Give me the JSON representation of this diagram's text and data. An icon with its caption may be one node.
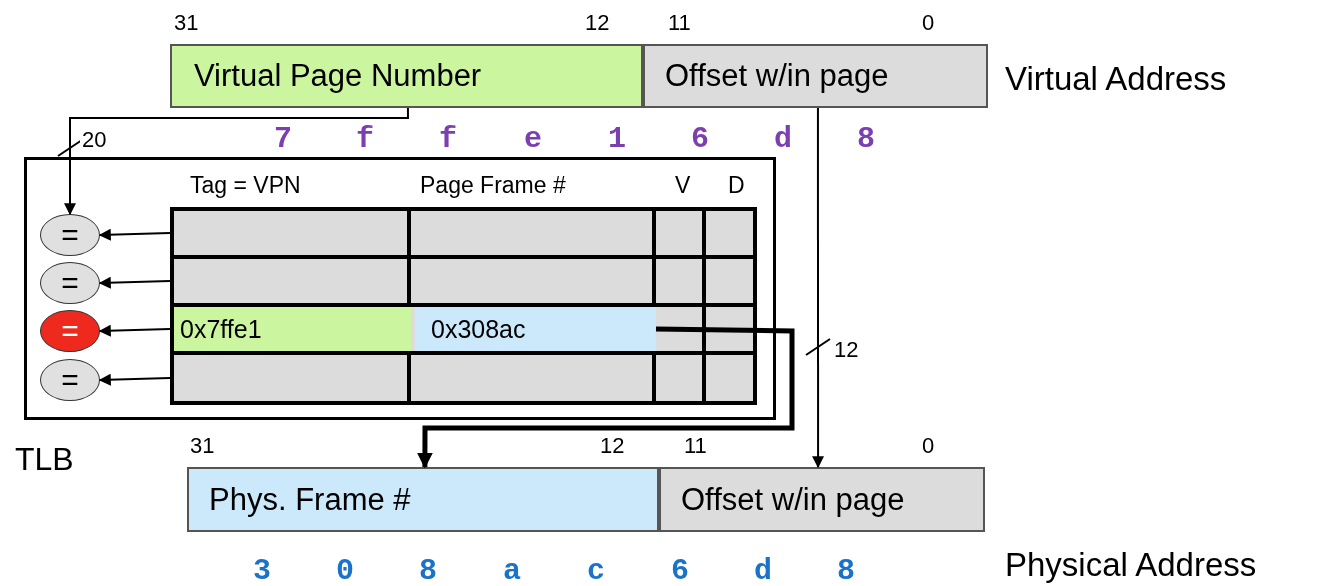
{
  "diagram": {
    "nodes": [
      {
        "text": [
          "Virtual Page Number"
        ]
      },
      {
        "text": [
          "Offset w/in page"
        ]
      },
      {
        "text": [
          "TLB"
        ]
      },
      {
        "text": [
          "="
        ],
        "in": 2
      },
      {
        "text": [
          "="
        ],
        "in": 2
      },
      {
        "text": [
          "="
        ],
        "in": 2
      },
      {
        "text": [
          "="
        ],
        "in": 2
      },
      {
        "text": [],
        "shape": "box",
        "in": 2
      },
      {
        "text": [],
        "shape": "box",
        "in": 2
      },
      {
        "text": [],
        "shape": "box",
        "in": 2
      },
      {
        "text": [],
        "shape": "box",
        "in": 2
      },
      {
        "text": [
          "0x7ffe1"
        ],
        "in": 9
      },
      {
        "text": [
          "0x308ac"
        ],
        "in": 9
      },
      {
        "text": [
          "Phys. Frame #"
        ]
      },
      {
        "text": [
          "Offset w/in page"
        ]
      }
    ],
    "edges": [
      {
        "from": 0,
        "to": 3,
        "arrow": "to",
        "label": "20"
      },
      {
        "from": 7,
        "to": 3,
        "arrow": "to"
      },
      {
        "from": 8,
        "to": 4,
        "arrow": "to"
      },
      {
        "from": 9,
        "to": 5,
        "arrow": "to"
      },
      {
        "from": 10,
        "to": 6,
        "arrow": "to"
      },
      {
        "from": 12,
        "to": 13,
        "arrow": "to",
        "style": "thick"
      },
      {
        "from": 1,
        "to": 14,
        "arrow": "to",
        "label": "12"
      }
    ],
    "labels": [
      "31",
      "12",
      "11",
      "0",
      "Virtual Address",
      "7",
      "f",
      "f",
      "e",
      "1",
      "6",
      "d",
      "8",
      "Tag = VPN",
      "Page Frame #",
      "V",
      "D",
      "31",
      "12",
      "11",
      "0",
      "Physical Address",
      "3",
      "0",
      "8",
      "a",
      "c",
      "6",
      "d",
      "8"
    ]
  }
}
